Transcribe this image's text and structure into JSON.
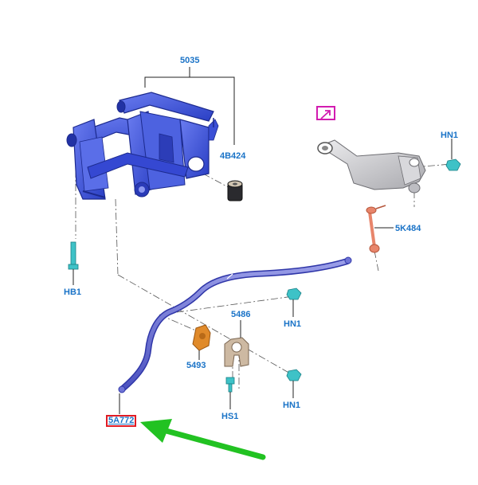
{
  "colors": {
    "callout_text": "#1a73c7",
    "frame_blue": "#3f57df",
    "frame_blue_dark": "#2032a8",
    "stabilizer_bar": "#6f74d6",
    "knuckle_gray": "#c9c9cc",
    "link_orange": "#e8856b",
    "bushing_orange": "#e08a2a",
    "bracket_tan": "#cdb9a2",
    "fastener_teal": "#3ec2c7",
    "highlight_red": "#e01c24",
    "arrow_green": "#22c222",
    "icon_magenta": "#d21bb0"
  },
  "callouts": {
    "frame": "5035",
    "frame_bushing": "4B424",
    "bolt_hb1": "HB1",
    "nut_top_right": "HN1",
    "stabilizer_link": "5K484",
    "nut_mid": "HN1",
    "clamp_bracket": "5486",
    "stabilizer_bushing": "5493",
    "nut_bottom_right": "HN1",
    "screw_hs1": "HS1",
    "stabilizer_bar": "5A772"
  },
  "icons": {
    "knuckle_link": "external-link-icon",
    "pointer": "green-arrow-icon"
  }
}
